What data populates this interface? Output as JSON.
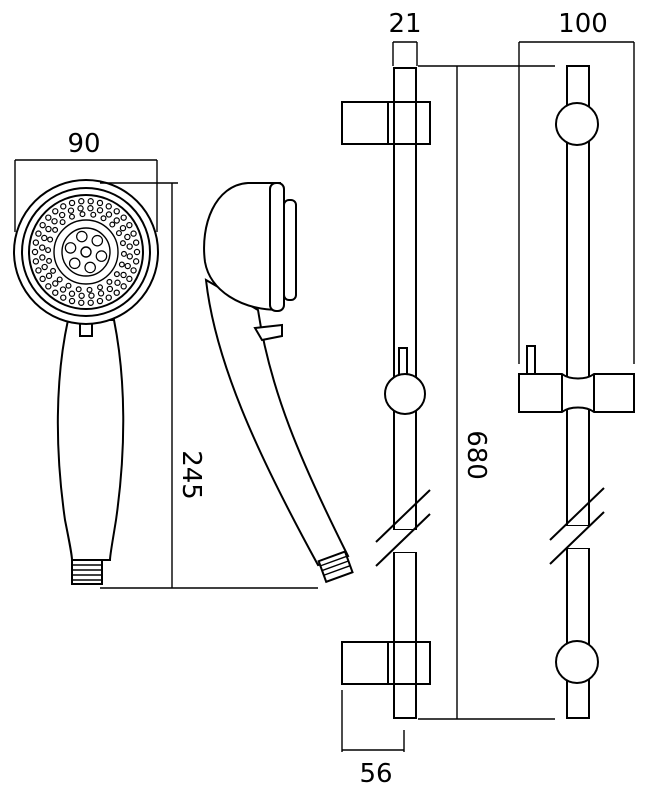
{
  "dimensions": {
    "head_width": "90",
    "handset_length": "245",
    "bar_diameter": "21",
    "rail_length": "680",
    "rail_projection": "100",
    "bracket_depth": "56"
  },
  "colors": {
    "line": "#000000",
    "background": "#ffffff"
  }
}
